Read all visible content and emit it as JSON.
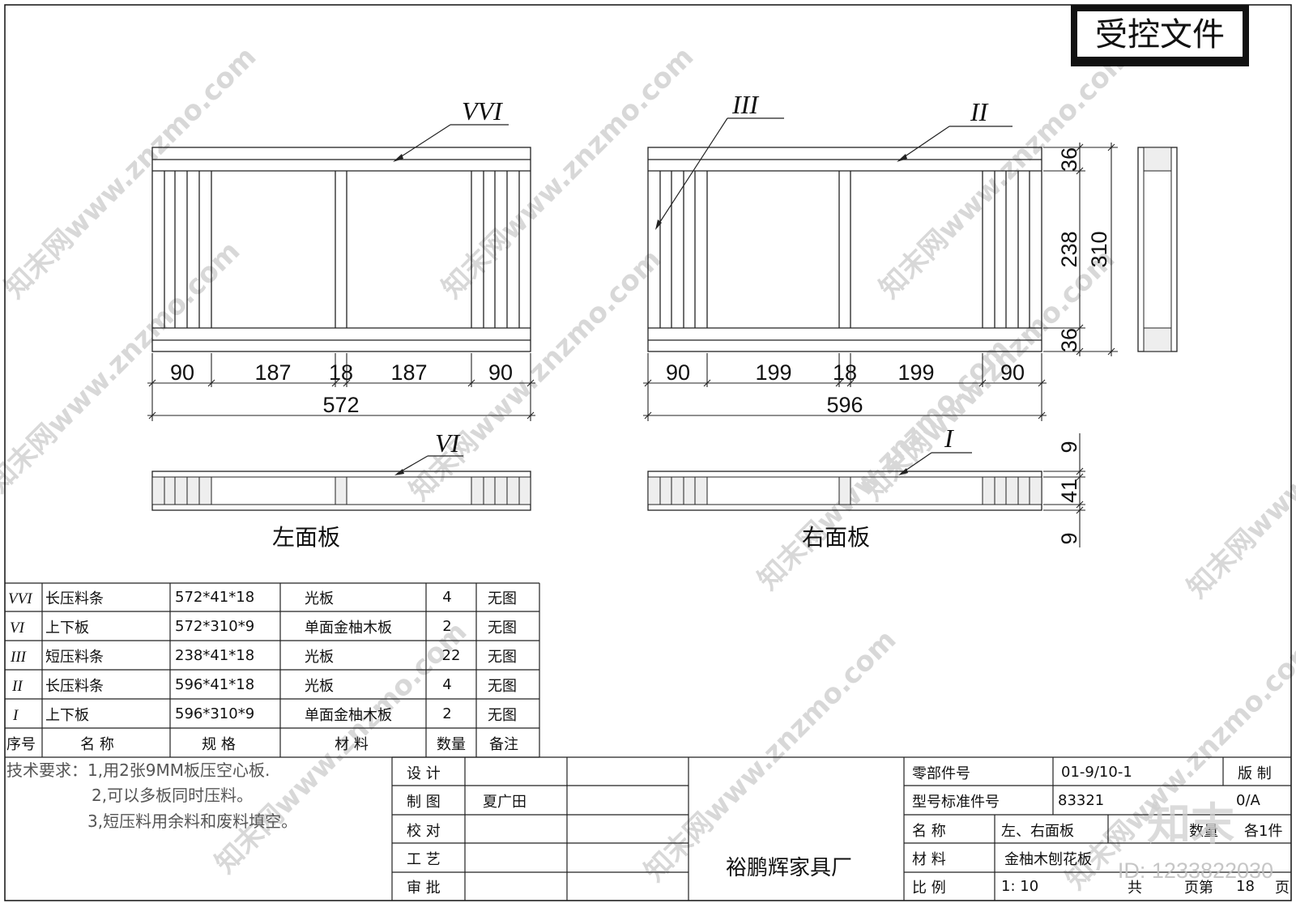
{
  "stamp": {
    "text": "受控文件"
  },
  "leader_labels": {
    "vvi": "VVI",
    "iii": "III",
    "ii": "II",
    "vi": "VI",
    "i": "I"
  },
  "left_panel": {
    "title": "左面板",
    "dims": [
      "90",
      "187",
      "18",
      "187",
      "90"
    ],
    "total": "572"
  },
  "right_panel": {
    "title": "右面板",
    "dims": [
      "90",
      "199",
      "18",
      "199",
      "90"
    ],
    "total": "596"
  },
  "side_dims": {
    "top": "36",
    "mid": "238",
    "bottom": "36",
    "total": "310"
  },
  "section_dims": {
    "top": "9",
    "mid": "41",
    "bottom": "9"
  },
  "parts_table": {
    "headers": [
      "序号",
      "名 称",
      "规 格",
      "材 料",
      "数量",
      "备注"
    ],
    "rows": [
      {
        "no": "VVI",
        "name": "长压料条",
        "spec": "572*41*18",
        "material": "光板",
        "qty": "4",
        "note": "无图"
      },
      {
        "no": "VI",
        "name": "上下板",
        "spec": "572*310*9",
        "material": "单面金柚木板",
        "qty": "2",
        "note": "无图"
      },
      {
        "no": "III",
        "name": "短压料条",
        "spec": "238*41*18",
        "material": "光板",
        "qty": "22",
        "note": "无图"
      },
      {
        "no": "II",
        "name": "长压料条",
        "spec": "596*41*18",
        "material": "光板",
        "qty": "4",
        "note": "无图"
      },
      {
        "no": "I",
        "name": "上下板",
        "spec": "596*310*9",
        "material": "单面金柚木板",
        "qty": "2",
        "note": "无图"
      }
    ]
  },
  "tech_requirements": {
    "line1": "技术要求：1,用2张9MM板压空心板.",
    "line2": "2,可以多板同时压料。",
    "line3": "3,短压料用余料和废料填空。"
  },
  "signoff": {
    "design": "设 计",
    "drawing": "制 图",
    "drawing_name": "夏广田",
    "check": "校 对",
    "process": "工 艺",
    "approve": "审 批"
  },
  "company": "裕鹏辉家具厂",
  "title_block": {
    "part_no_label": "零部件号",
    "part_no": "01-9/10-1",
    "version_label": "版 制",
    "model_label": "型号标准件号",
    "model": "83321",
    "version": "0/A",
    "name_label": "名 称",
    "name": "左、右面板",
    "qty_label": "数量",
    "qty": "各1件",
    "material_label": "材 料",
    "material": "金柚木刨花板",
    "scale_label": "比 例",
    "scale": "1: 10",
    "total_label": "共",
    "page_label": "页第",
    "page": "18",
    "page_suffix": "页"
  },
  "watermark": {
    "text": "知末网www.znzmo.com",
    "logo": "知末",
    "id": "ID: 1233822030"
  }
}
